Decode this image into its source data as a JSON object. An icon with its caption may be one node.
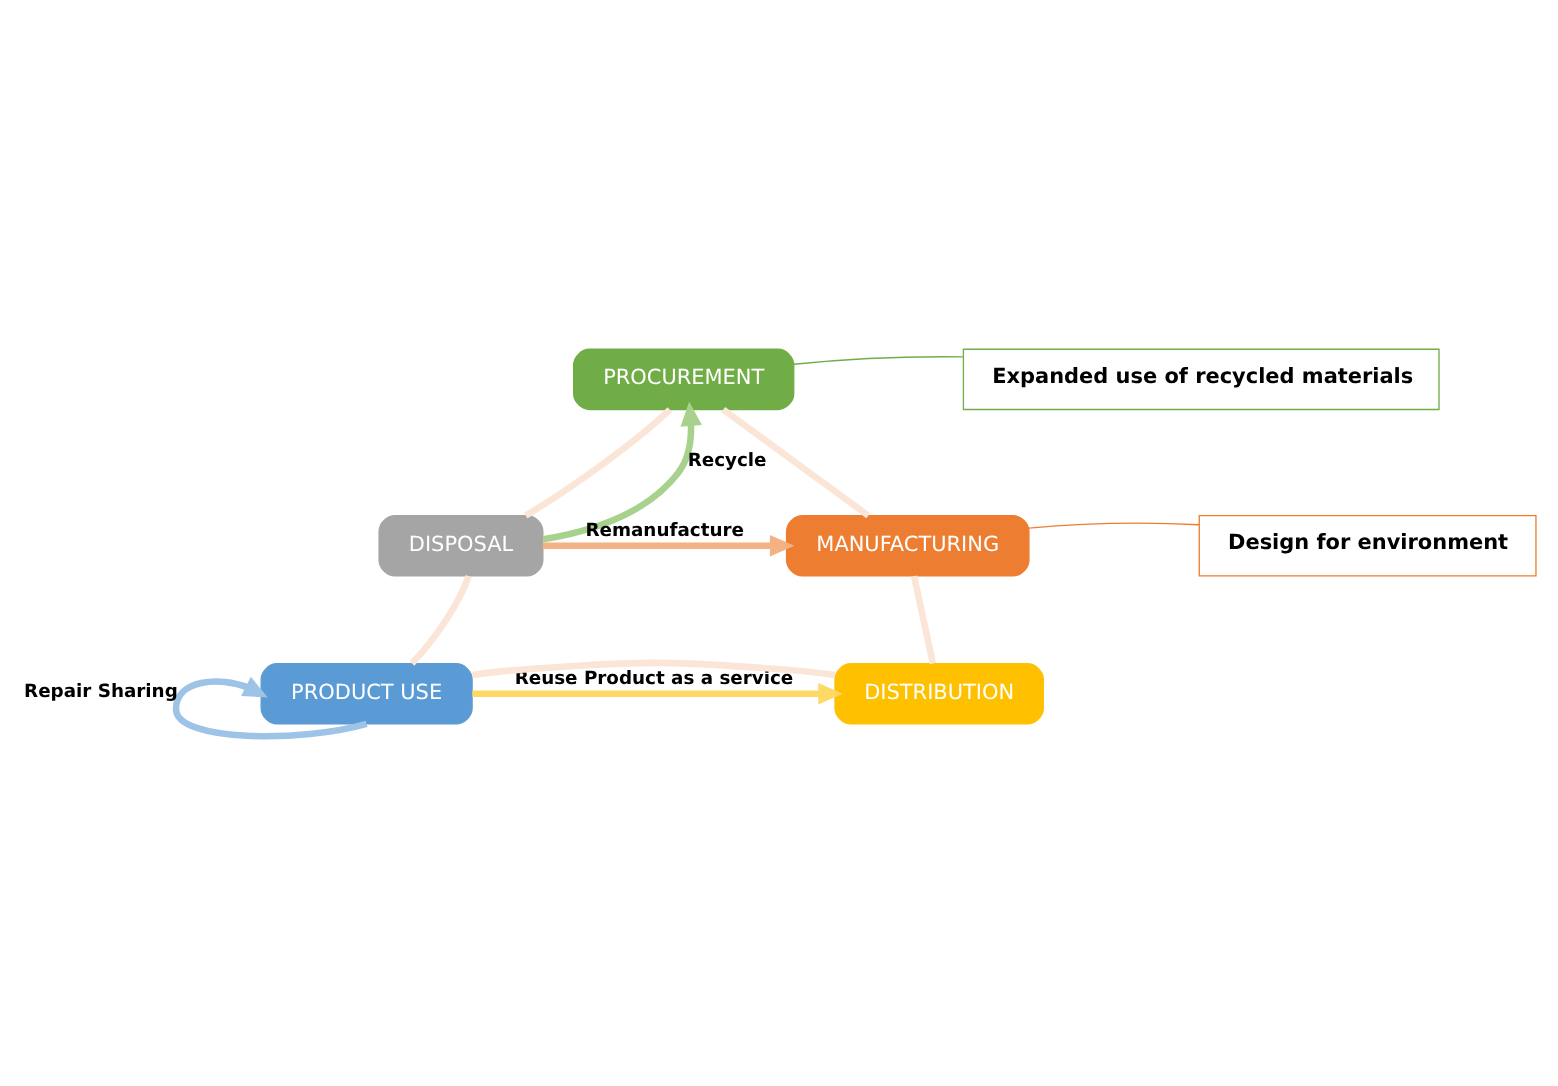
{
  "diagram": {
    "nodes": [
      {
        "text": [
          "PROCUREMENT"
        ]
      },
      {
        "text": [
          "Expanded use of recycled materials"
        ]
      },
      {
        "text": [
          "Design for environment"
        ]
      },
      {
        "text": [
          "DISPOSAL"
        ]
      },
      {
        "text": [
          "MANUFACTURING"
        ]
      },
      {
        "text": [
          "PRODUCT USE"
        ]
      },
      {
        "text": [
          "DISTRIBUTION"
        ]
      }
    ],
    "edges": [
      {
        "from": 0,
        "to": 4,
        "arrow": "none",
        "color": "#fbe5d6"
      },
      {
        "from": 4,
        "to": 6,
        "arrow": "none",
        "color": "#fbe5d6"
      },
      {
        "from": 6,
        "to": 5,
        "arrow": "none",
        "color": "#fbe5d6"
      },
      {
        "from": 5,
        "to": 3,
        "arrow": "none",
        "color": "#fbe5d6"
      },
      {
        "from": 3,
        "to": 0,
        "arrow": "none",
        "color": "#fbe5d6"
      },
      {
        "from": 3,
        "to": 0,
        "arrow": "to",
        "label": "Recycle",
        "color": "#a9d18e"
      },
      {
        "from": 3,
        "to": 4,
        "arrow": "to",
        "label": "Remanufacture",
        "color": "#f4b183"
      },
      {
        "from": 5,
        "to": 6,
        "arrow": "to",
        "label": "Reuse Product as a service",
        "color": "#ffd966"
      },
      {
        "from": 5,
        "to": 5,
        "arrow": "to",
        "label": "Repair Sharing",
        "color": "#9dc3e6"
      },
      {
        "from": 1,
        "to": 0,
        "arrow": "none",
        "color": "#70ad47"
      },
      {
        "from": 2,
        "to": 4,
        "arrow": "none",
        "color": "#ed7d31"
      }
    ]
  }
}
